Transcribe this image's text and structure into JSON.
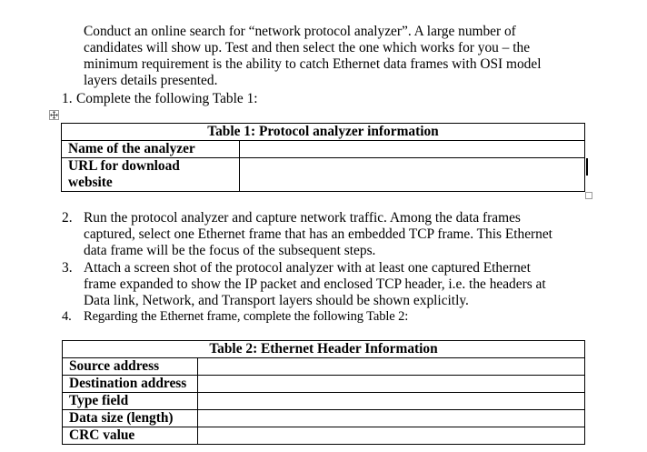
{
  "intro": {
    "lines": [
      "Conduct an online search for “network protocol analyzer”. A large number of",
      "candidates will show up. Test and then select the one which works for you – the",
      "minimum requirement is the ability to catch Ethernet data frames with OSI model",
      "layers details presented."
    ]
  },
  "step1": {
    "number": "1.",
    "text": "Complete the following Table 1:"
  },
  "table1": {
    "title": "Table 1: Protocol analyzer information",
    "rows": [
      {
        "label": "Name of the analyzer",
        "value": ""
      },
      {
        "label_line1": "URL for download",
        "label_line2": "website",
        "value": ""
      }
    ]
  },
  "steps": [
    {
      "number": "2.",
      "lines": [
        " Run the protocol analyzer and capture network traffic. Among the data frames",
        "captured, select one Ethernet frame that has an embedded TCP frame. This Ethernet",
        "data frame will be the focus of the subsequent steps."
      ]
    },
    {
      "number": "3.",
      "lines": [
        "Attach a screen shot of the protocol analyzer with at least one captured Ethernet",
        "frame expanded to show the IP packet and enclosed TCP header, i.e. the headers at",
        "Data link, Network, and Transport layers should be shown explicitly."
      ]
    },
    {
      "number": "4.",
      "lines": [
        "Regarding the Ethernet frame, complete the following Table 2:"
      ]
    }
  ],
  "table2": {
    "title": "Table 2: Ethernet Header Information",
    "rows": [
      {
        "label": "Source address",
        "value": ""
      },
      {
        "label": "Destination address",
        "value": ""
      },
      {
        "label": "Type field",
        "value": ""
      },
      {
        "label": "Data size (length)",
        "value": ""
      },
      {
        "label": "CRC value",
        "value": ""
      }
    ]
  },
  "icons": {
    "move_handle": "table-move-handle-icon",
    "resize_handle": "table-resize-handle-icon",
    "cursor": "text-cursor"
  }
}
